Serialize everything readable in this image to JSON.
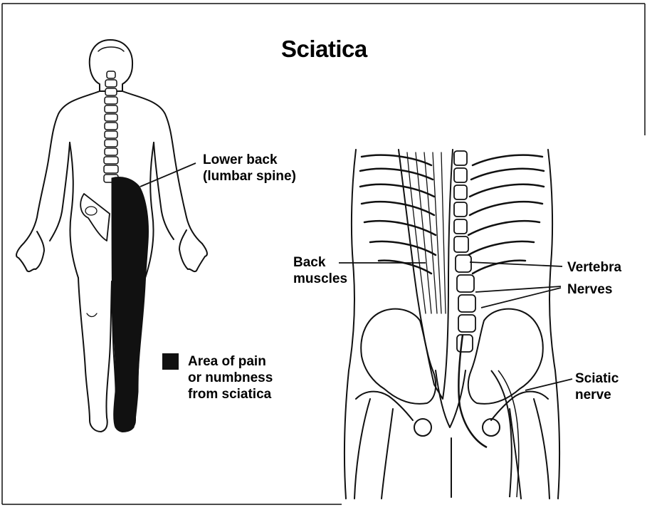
{
  "title": "Sciatica",
  "labels": {
    "lower_back_line1": "Lower back",
    "lower_back_line2": "(lumbar spine)",
    "back_muscles_line1": "Back",
    "back_muscles_line2": "muscles",
    "vertebra": "Vertebra",
    "nerves": "Nerves",
    "sciatic_line1": "Sciatic",
    "sciatic_line2": "nerve"
  },
  "legend": {
    "line1": "Area of pain",
    "line2": "or numbness",
    "line3": "from sciatica",
    "swatch_color": "#111111"
  },
  "colors": {
    "ink": "#111111",
    "paper": "#ffffff"
  }
}
